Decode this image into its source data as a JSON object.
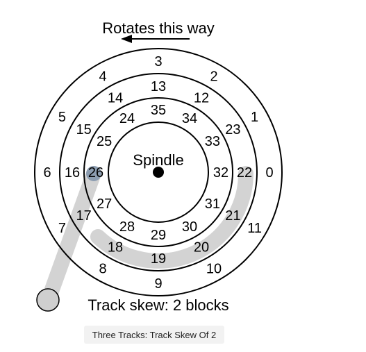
{
  "header": {
    "rotation_label": "Rotates this way"
  },
  "spindle": {
    "label": "Spindle"
  },
  "tracks": {
    "outer": [
      "0",
      "1",
      "2",
      "3",
      "4",
      "5",
      "6",
      "7",
      "8",
      "9",
      "10",
      "11"
    ],
    "middle": [
      "22",
      "23",
      "12",
      "13",
      "14",
      "15",
      "16",
      "17",
      "18",
      "19",
      "20",
      "21"
    ],
    "inner": [
      "32",
      "33",
      "34",
      "35",
      "24",
      "25",
      "26",
      "27",
      "28",
      "29",
      "30",
      "31"
    ]
  },
  "skew_label": "Track skew: 2 blocks",
  "caption": "Three Tracks: Track Skew Of 2",
  "colors": {
    "ink": "#000000",
    "skew_band": "#d3d3d3",
    "handle": "#cfcfcf",
    "head": "#7f93aa"
  }
}
